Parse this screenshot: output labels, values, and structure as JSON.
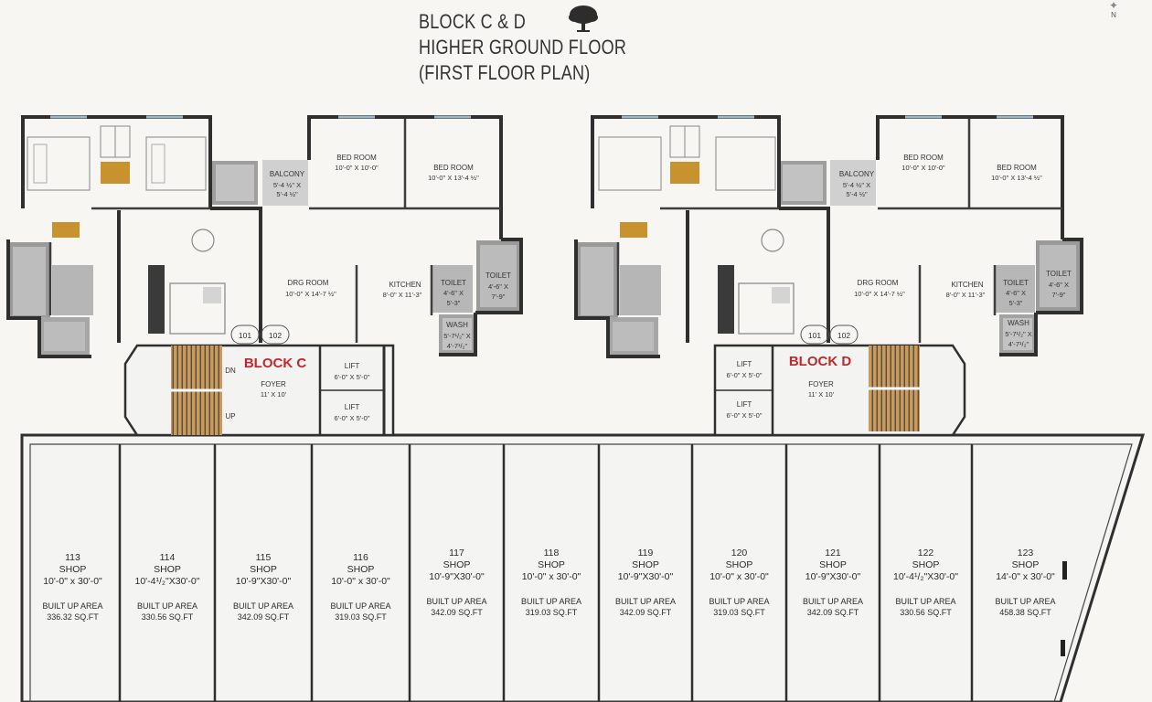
{
  "title": {
    "line1": "BLOCK C & D",
    "line2": "HIGHER GROUND FLOOR",
    "line3": "(FIRST FLOOR PLAN)"
  },
  "compass": {
    "label": "N"
  },
  "block_c": {
    "label": "BLOCK C",
    "flats": [
      "101",
      "102"
    ],
    "balcony": {
      "name": "BALCONY",
      "dim1": "5'-4 ½\" X",
      "dim2": "5'-4 ½\""
    },
    "bedroom1": {
      "name": "BED ROOM",
      "dim": "10'-0\" X 10'-0\""
    },
    "bedroom2": {
      "name": "BED ROOM",
      "dim": "10'-0\" X 13'-4 ½\""
    },
    "drg_room": {
      "name": "DRG ROOM",
      "dim": "10'-0\" X 14'-7 ½\""
    },
    "kitchen": {
      "name": "KITCHEN",
      "dim": "8'-0\" X 11'-3\""
    },
    "toilet1": {
      "name": "TOILET",
      "dim1": "4'-6\" X",
      "dim2": "5'-3\""
    },
    "toilet2": {
      "name": "TOILET",
      "dim1": "4'-6\" X",
      "dim2": "7'-9\""
    },
    "wash": {
      "name": "WASH",
      "dim1": "5'-7¹/₂\" X",
      "dim2": "4'-7¹/₂\""
    },
    "foyer": {
      "name": "FOYER",
      "dim": "11' X 10'"
    },
    "lift1": {
      "name": "LIFT",
      "dim": "6'-0\" X 5'-0\""
    },
    "lift2": {
      "name": "LIFT",
      "dim": "6'-0\" X 5'-0\""
    },
    "stair_dn": "DN",
    "stair_up": "UP"
  },
  "block_d": {
    "label": "BLOCK D",
    "flats": [
      "101",
      "102"
    ],
    "balcony": {
      "name": "BALCONY",
      "dim1": "5'-4 ½\" X",
      "dim2": "5'-4 ½\""
    },
    "bedroom1": {
      "name": "BED ROOM",
      "dim": "10'-0\" X 10'-0\""
    },
    "bedroom2": {
      "name": "BED ROOM",
      "dim": "10'-0\" X 13'-4 ½\""
    },
    "drg_room": {
      "name": "DRG ROOM",
      "dim": "10'-0\" X 14'-7 ½\""
    },
    "kitchen": {
      "name": "KITCHEN",
      "dim": "8'-0\" X 11'-3\""
    },
    "toilet1": {
      "name": "TOILET",
      "dim1": "4'-6\" X",
      "dim2": "5'-3\""
    },
    "toilet2": {
      "name": "TOILET",
      "dim1": "4'-6\" X",
      "dim2": "7'-9\""
    },
    "wash": {
      "name": "WASH",
      "dim1": "5'-7¹/₂\" X",
      "dim2": "4'-7¹/₂\""
    },
    "foyer": {
      "name": "FOYER",
      "dim": "11' X 10'"
    },
    "lift1": {
      "name": "LIFT",
      "dim": "6'-0\" X 5'-0\""
    },
    "lift2": {
      "name": "LIFT",
      "dim": "6'-0\" X 5'-0\""
    }
  },
  "shops": [
    {
      "number": "113",
      "type": "SHOP",
      "size": "10'-0\" x 30'-0\"",
      "area_label": "BUILT UP AREA",
      "area": "336.32 SQ.FT"
    },
    {
      "number": "114",
      "type": "SHOP",
      "size": "10'-4¹/₂\"X30'-0\"",
      "area_label": "BUILT UP AREA",
      "area": "330.56 SQ.FT"
    },
    {
      "number": "115",
      "type": "SHOP",
      "size": "10'-9\"X30'-0\"",
      "area_label": "BUILT UP AREA",
      "area": "342.09 SQ.FT"
    },
    {
      "number": "116",
      "type": "SHOP",
      "size": "10'-0\" x 30'-0\"",
      "area_label": "BUILT UP AREA",
      "area": "319.03 SQ.FT"
    },
    {
      "number": "117",
      "type": "SHOP",
      "size": "10'-9\"X30'-0\"",
      "area_label": "BUILT UP AREA",
      "area": "342.09 SQ.FT"
    },
    {
      "number": "118",
      "type": "SHOP",
      "size": "10'-0\" x 30'-0\"",
      "area_label": "BUILT UP AREA",
      "area": "319.03 SQ.FT"
    },
    {
      "number": "119",
      "type": "SHOP",
      "size": "10'-9\"X30'-0\"",
      "area_label": "BUILT UP AREA",
      "area": "342.09 SQ.FT"
    },
    {
      "number": "120",
      "type": "SHOP",
      "size": "10'-0\" x 30'-0\"",
      "area_label": "BUILT UP AREA",
      "area": "319.03 SQ.FT"
    },
    {
      "number": "121",
      "type": "SHOP",
      "size": "10'-9\"X30'-0\"",
      "area_label": "BUILT UP AREA",
      "area": "342.09 SQ.FT"
    },
    {
      "number": "122",
      "type": "SHOP",
      "size": "10'-4¹/₂\"X30'-0\"",
      "area_label": "BUILT UP AREA",
      "area": "330.56 SQ.FT"
    },
    {
      "number": "123",
      "type": "SHOP",
      "size": "14'-0\" x 30'-0\"",
      "area_label": "BUILT UP AREA",
      "area": "458.38 SQ.FT"
    }
  ]
}
